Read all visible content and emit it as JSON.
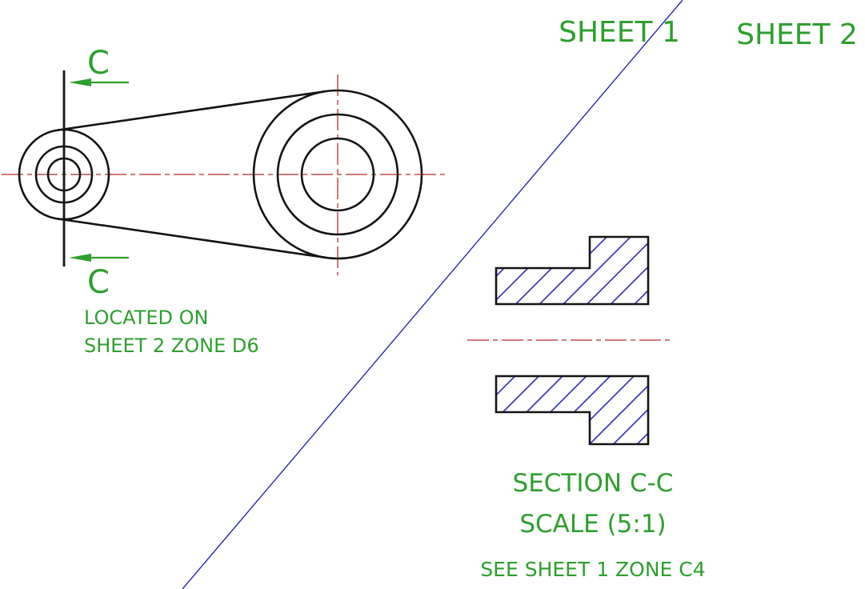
{
  "drawing": {
    "sheet_labels": {
      "sheet1": "SHEET 1",
      "sheet2": "SHEET 2"
    },
    "section_marker": {
      "letter_top": "C",
      "letter_bottom": "C",
      "note_line1": "LOCATED ON",
      "note_line2": "SHEET 2 ZONE D6"
    },
    "section_view": {
      "title": "SECTION C-C",
      "scale": "SCALE (5:1)",
      "reference": "SEE SHEET 1 ZONE C4"
    },
    "colors": {
      "annotation_green": "#2f9e2f",
      "geometry_black": "#141414",
      "centerline_red": "#c14b4b",
      "hatch_blue": "#2828b4",
      "divider_blue": "#2828b4"
    }
  }
}
